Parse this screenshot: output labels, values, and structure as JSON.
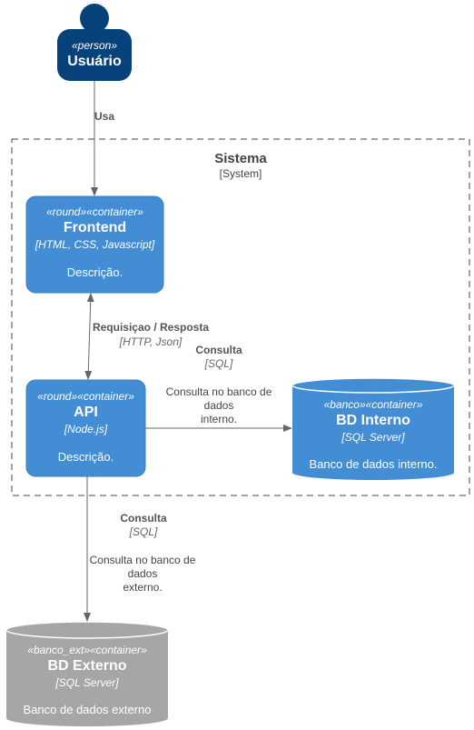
{
  "person": {
    "stereotype": "«person»",
    "name": "Usuário"
  },
  "boundary": {
    "name": "Sistema",
    "type": "[System]"
  },
  "frontend": {
    "stereotype": "«round»«container»",
    "name": "Frontend",
    "tech": "[HTML, CSS, Javascript]",
    "description": "Descrição."
  },
  "api": {
    "stereotype": "«round»«container»",
    "name": "API",
    "tech": "[Node.js]",
    "description": "Descrição."
  },
  "bd_interno": {
    "stereotype": "«banco»«container»",
    "name": "BD Interno",
    "tech": "[SQL Server]",
    "description": "Banco de dados interno."
  },
  "bd_externo": {
    "stereotype": "«banco_ext»«container»",
    "name": "BD Externo",
    "tech": "[SQL Server]",
    "description": "Banco de dados externo"
  },
  "relations": {
    "usa": {
      "label": "Usa"
    },
    "req": {
      "label": "Requisiçao / Resposta",
      "tech": "[HTTP, Json]"
    },
    "consulta_interno": {
      "label": "Consulta",
      "tech": "[SQL]",
      "desc_lines": [
        "Consulta no banco de",
        "dados",
        "interno."
      ]
    },
    "consulta_externo": {
      "label": "Consulta",
      "tech": "[SQL]",
      "desc_lines": [
        "Consulta no banco de",
        "dados",
        "externo."
      ]
    }
  },
  "colors": {
    "person": "#08427b",
    "container": "#438dd5",
    "container_border": "#3c7fc0",
    "database": "#438dd5",
    "database_dark": "#3c7fc0",
    "external": "#a6a6a6",
    "external_dark": "#999999",
    "arrow": "#666666",
    "boundary": "#444444"
  }
}
